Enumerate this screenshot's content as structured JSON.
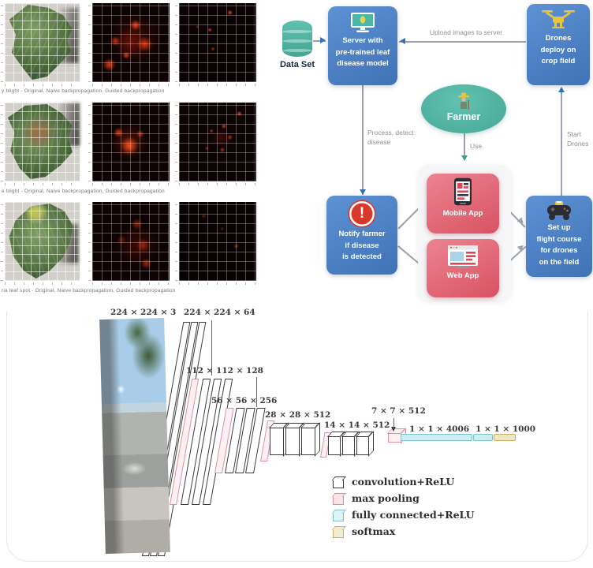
{
  "saliency": {
    "rows": [
      {
        "caption": "y blight - Original, Naive backpropagation,  Guided backpropagation"
      },
      {
        "caption": "e blight - Original, Naive backpropagation,  Guided backpropagation"
      },
      {
        "caption": "ria leaf spot - Original, Naive backpropagation,  Guided backpropagation"
      }
    ]
  },
  "flowchart": {
    "dataset": {
      "label": "Data Set"
    },
    "server": {
      "label": "Server with\npre-trained leaf\ndisease model"
    },
    "drones": {
      "label": "Drones\ndeploy on\ncrop field"
    },
    "farmer": {
      "label": "Farmer"
    },
    "notify": {
      "label": "Notify farmer\nif disease\nis detected"
    },
    "mobile": {
      "label": "Mobile App"
    },
    "web": {
      "label": "Web App"
    },
    "setup": {
      "label": "Set up\nflight course\nfor drones\non the field"
    },
    "edges": {
      "upload": "Upload images to server",
      "process": "Process, detect\ndisease",
      "use": "Use",
      "start": "Start\nDrones"
    },
    "colors": {
      "box_blue": "#4a80c4",
      "teal": "#4fb8a6",
      "pink": "#e2616f",
      "arrow": "#9aa2ad"
    }
  },
  "cnn": {
    "layer_labels": [
      "224 × 224 × 3",
      "224 × 224 × 64",
      "112 × 112 × 128",
      "56 × 56 × 256",
      "28 × 28 × 512",
      "14 × 14 × 512",
      "7 × 7 × 512",
      "1 × 1 × 4006",
      "1 × 1 × 1000"
    ],
    "legend": [
      {
        "label": "convolution+ReLU",
        "color": "#ffffff"
      },
      {
        "label": "max pooling",
        "color": "#fbe3e7"
      },
      {
        "label": "fully connected+ReLU",
        "color": "#dff2f4"
      },
      {
        "label": "softmax",
        "color": "#f4ecd1"
      }
    ]
  }
}
